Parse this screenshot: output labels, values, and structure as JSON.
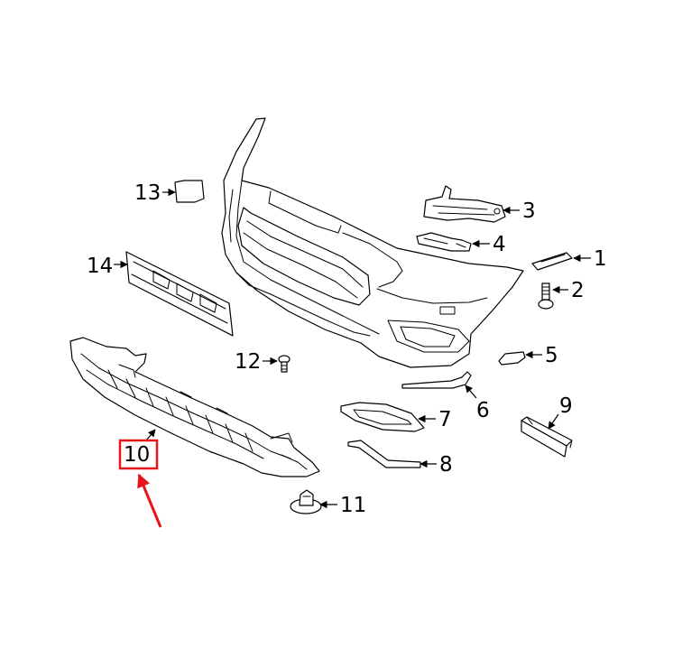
{
  "callouts": {
    "c1": "1",
    "c2": "2",
    "c3": "3",
    "c4": "4",
    "c5": "5",
    "c6": "6",
    "c7": "7",
    "c8": "8",
    "c9": "9",
    "c10": "10",
    "c11": "11",
    "c12": "12",
    "c13": "13",
    "c14": "14"
  },
  "highlight": {
    "callout": "10",
    "color": "#e8141b"
  },
  "colors": {
    "line": "#000000",
    "background": "#ffffff"
  }
}
